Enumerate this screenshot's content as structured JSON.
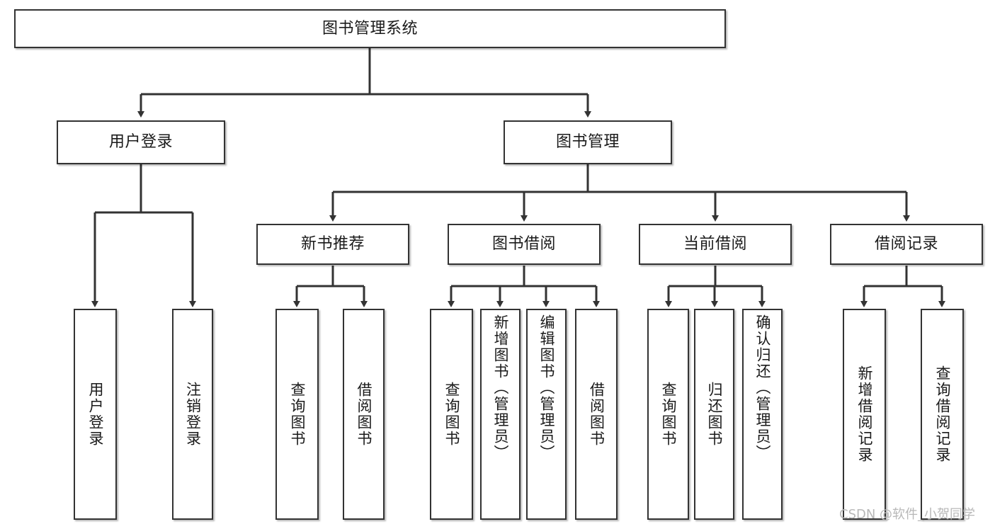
{
  "diagram": {
    "type": "tree-hierarchy",
    "title": "图书管理系统",
    "watermark": "CSDN @软件_小贺同学",
    "colors": {
      "box_border": "#333333",
      "box_fill": "#ffffff",
      "connector": "#333333",
      "text": "#1a1a1a",
      "watermark": "#b8b8b8"
    },
    "levels": {
      "root": "图书管理系统",
      "level2": [
        "用户登录",
        "图书管理"
      ],
      "level3": [
        "新书推荐",
        "图书借阅",
        "当前借阅",
        "借阅记录"
      ]
    },
    "nodes": {
      "root": {
        "label": "图书管理系统"
      },
      "user_login": {
        "label": "用户登录"
      },
      "book_manage": {
        "label": "图书管理"
      },
      "new_book_rec": {
        "label": "新书推荐"
      },
      "book_borrow": {
        "label": "图书借阅"
      },
      "current_borrow": {
        "label": "当前借阅"
      },
      "borrow_record": {
        "label": "借阅记录"
      },
      "leaf_user_login": {
        "label": "用户登录"
      },
      "leaf_logout": {
        "label": "注销登录"
      },
      "leaf_query_book_1": {
        "label": "查询图书"
      },
      "leaf_borrow_book_1": {
        "label": "借阅图书"
      },
      "leaf_query_book_2": {
        "label": "查询图书"
      },
      "leaf_add_book": {
        "label": "新增图书（管理员）"
      },
      "leaf_edit_book": {
        "label": "编辑图书（管理员）"
      },
      "leaf_borrow_book_2": {
        "label": "借阅图书"
      },
      "leaf_query_book_3": {
        "label": "查询图书"
      },
      "leaf_return_book": {
        "label": "归还图书"
      },
      "leaf_confirm_return": {
        "label": "确认归还（管理员）"
      },
      "leaf_add_record": {
        "label": "新增借阅记录"
      },
      "leaf_query_record": {
        "label": "查询借阅记录"
      }
    },
    "edges": [
      {
        "from": "root",
        "to": "user_login"
      },
      {
        "from": "root",
        "to": "book_manage"
      },
      {
        "from": "user_login",
        "to": "leaf_user_login"
      },
      {
        "from": "user_login",
        "to": "leaf_logout"
      },
      {
        "from": "book_manage",
        "to": "new_book_rec"
      },
      {
        "from": "book_manage",
        "to": "book_borrow"
      },
      {
        "from": "book_manage",
        "to": "current_borrow"
      },
      {
        "from": "book_manage",
        "to": "borrow_record"
      },
      {
        "from": "new_book_rec",
        "to": "leaf_query_book_1"
      },
      {
        "from": "new_book_rec",
        "to": "leaf_borrow_book_1"
      },
      {
        "from": "book_borrow",
        "to": "leaf_query_book_2"
      },
      {
        "from": "book_borrow",
        "to": "leaf_add_book"
      },
      {
        "from": "book_borrow",
        "to": "leaf_edit_book"
      },
      {
        "from": "book_borrow",
        "to": "leaf_borrow_book_2"
      },
      {
        "from": "current_borrow",
        "to": "leaf_query_book_3"
      },
      {
        "from": "current_borrow",
        "to": "leaf_return_book"
      },
      {
        "from": "current_borrow",
        "to": "leaf_confirm_return"
      },
      {
        "from": "borrow_record",
        "to": "leaf_add_record"
      },
      {
        "from": "borrow_record",
        "to": "leaf_query_record"
      }
    ]
  }
}
